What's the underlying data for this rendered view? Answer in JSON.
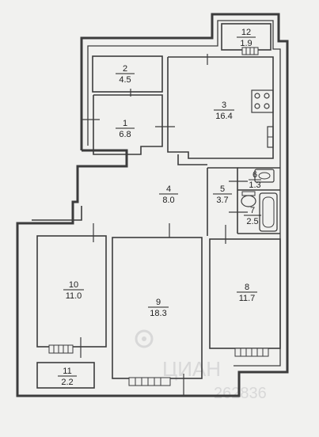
{
  "rooms": [
    {
      "number": "1",
      "area": "6.8"
    },
    {
      "number": "2",
      "area": "4.5"
    },
    {
      "number": "3",
      "area": "16.4"
    },
    {
      "number": "4",
      "area": "8.0"
    },
    {
      "number": "5",
      "area": "3.7"
    },
    {
      "number": "6",
      "area": "1.3"
    },
    {
      "number": "7",
      "area": "2.5"
    },
    {
      "number": "8",
      "area": "11.7"
    },
    {
      "number": "9",
      "area": "18.3"
    },
    {
      "number": "10",
      "area": "11.0"
    },
    {
      "number": "11",
      "area": "2.2"
    },
    {
      "number": "12",
      "area": "1.9"
    }
  ],
  "watermark": {
    "brand": "ЦИАН",
    "id": "262836"
  }
}
